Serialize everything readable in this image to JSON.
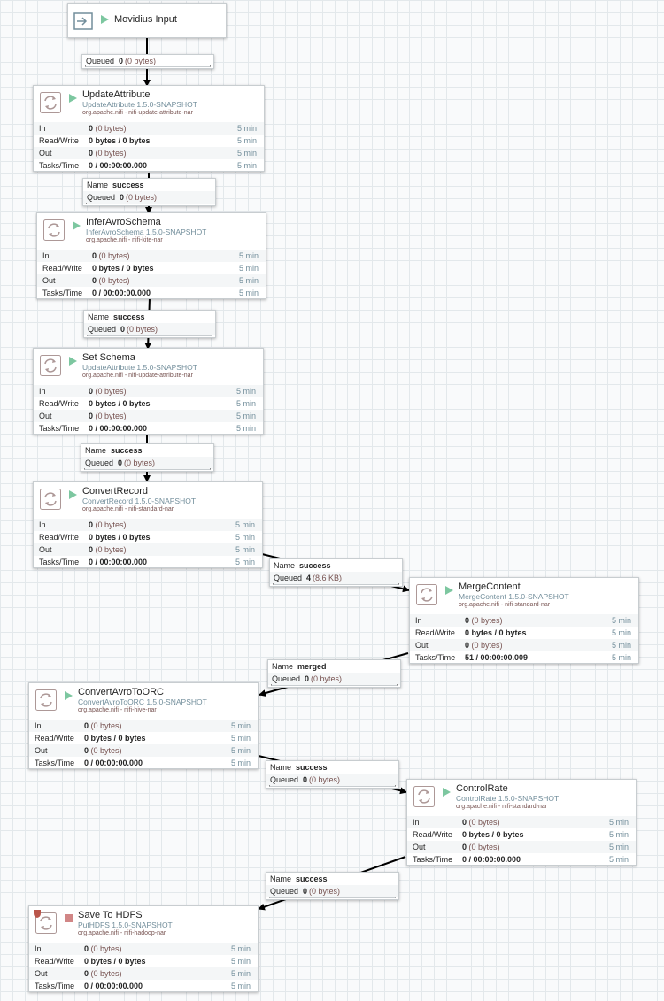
{
  "colors": {
    "running": "#7dc7a0",
    "stopped": "#d18686",
    "accent": "#728e9b",
    "bundle": "#775351"
  },
  "input_port": {
    "name": "Movidius Input",
    "icon": "input-port-icon"
  },
  "stat_labels": {
    "in": "In",
    "rw": "Read/Write",
    "out": "Out",
    "tasks": "Tasks/Time"
  },
  "processors": {
    "update_attribute": {
      "name": "UpdateAttribute",
      "type": "UpdateAttribute 1.5.0-SNAPSHOT",
      "bundle": "org.apache.nifi - nifi-update-attribute-nar",
      "in_count": "0",
      "in_size": "(0 bytes)",
      "rw": "0 bytes / 0 bytes",
      "out_count": "0",
      "out_size": "(0 bytes)",
      "tasks": "0 / 00:00:00.000",
      "t_in": "5 min",
      "t_rw": "5 min",
      "t_out": "5 min",
      "t_tasks": "5 min"
    },
    "infer_avro": {
      "name": "InferAvroSchema",
      "type": "InferAvroSchema 1.5.0-SNAPSHOT",
      "bundle": "org.apache.nifi - nifi-kite-nar",
      "in_count": "0",
      "in_size": "(0 bytes)",
      "rw": "0 bytes / 0 bytes",
      "out_count": "0",
      "out_size": "(0 bytes)",
      "tasks": "0 / 00:00:00.000",
      "t_in": "5 min",
      "t_rw": "5 min",
      "t_out": "5 min",
      "t_tasks": "5 min"
    },
    "set_schema": {
      "name": "Set Schema",
      "type": "UpdateAttribute 1.5.0-SNAPSHOT",
      "bundle": "org.apache.nifi - nifi-update-attribute-nar",
      "in_count": "0",
      "in_size": "(0 bytes)",
      "rw": "0 bytes / 0 bytes",
      "out_count": "0",
      "out_size": "(0 bytes)",
      "tasks": "0 / 00:00:00.000",
      "t_in": "5 min",
      "t_rw": "5 min",
      "t_out": "5 min",
      "t_tasks": "5 min"
    },
    "convert_record": {
      "name": "ConvertRecord",
      "type": "ConvertRecord 1.5.0-SNAPSHOT",
      "bundle": "org.apache.nifi - nifi-standard-nar",
      "in_count": "0",
      "in_size": "(0 bytes)",
      "rw": "0 bytes / 0 bytes",
      "out_count": "0",
      "out_size": "(0 bytes)",
      "tasks": "0 / 00:00:00.000",
      "t_in": "5 min",
      "t_rw": "5 min",
      "t_out": "5 min",
      "t_tasks": "5 min"
    },
    "merge_content": {
      "name": "MergeContent",
      "type": "MergeContent 1.5.0-SNAPSHOT",
      "bundle": "org.apache.nifi - nifi-standard-nar",
      "in_count": "0",
      "in_size": "(0 bytes)",
      "rw": "0 bytes / 0 bytes",
      "out_count": "0",
      "out_size": "(0 bytes)",
      "tasks": "51 / 00:00:00.009",
      "t_in": "5 min",
      "t_rw": "5 min",
      "t_out": "5 min",
      "t_tasks": "5 min"
    },
    "convert_avro_orc": {
      "name": "ConvertAvroToORC",
      "type": "ConvertAvroToORC 1.5.0-SNAPSHOT",
      "bundle": "org.apache.nifi - nifi-hive-nar",
      "in_count": "0",
      "in_size": "(0 bytes)",
      "rw": "0 bytes / 0 bytes",
      "out_count": "0",
      "out_size": "(0 bytes)",
      "tasks": "0 / 00:00:00.000",
      "t_in": "5 min",
      "t_rw": "5 min",
      "t_out": "5 min",
      "t_tasks": "5 min"
    },
    "control_rate": {
      "name": "ControlRate",
      "type": "ControlRate 1.5.0-SNAPSHOT",
      "bundle": "org.apache.nifi - nifi-standard-nar",
      "in_count": "0",
      "in_size": "(0 bytes)",
      "rw": "0 bytes / 0 bytes",
      "out_count": "0",
      "out_size": "(0 bytes)",
      "tasks": "0 / 00:00:00.000",
      "t_in": "5 min",
      "t_rw": "5 min",
      "t_out": "5 min",
      "t_tasks": "5 min"
    },
    "save_hdfs": {
      "name": "Save To HDFS",
      "type": "PutHDFS 1.5.0-SNAPSHOT",
      "bundle": "org.apache.nifi - nifi-hadoop-nar",
      "in_count": "0",
      "in_size": "(0 bytes)",
      "rw": "0 bytes / 0 bytes",
      "out_count": "0",
      "out_size": "(0 bytes)",
      "tasks": "0 / 00:00:00.000",
      "t_in": "5 min",
      "t_rw": "5 min",
      "t_out": "5 min",
      "t_tasks": "5 min"
    }
  },
  "conn_labels": {
    "name": "Name",
    "queued": "Queued"
  },
  "connections": {
    "c1": {
      "queued_count": "0",
      "queued_size": "(0 bytes)"
    },
    "c2": {
      "name": "success",
      "queued_count": "0",
      "queued_size": "(0 bytes)"
    },
    "c3": {
      "name": "success",
      "queued_count": "0",
      "queued_size": "(0 bytes)"
    },
    "c4": {
      "name": "success",
      "queued_count": "0",
      "queued_size": "(0 bytes)"
    },
    "c5": {
      "name": "success",
      "queued_count": "4",
      "queued_size": "(8.6 KB)"
    },
    "c6": {
      "name": "merged",
      "queued_count": "0",
      "queued_size": "(0 bytes)"
    },
    "c7": {
      "name": "success",
      "queued_count": "0",
      "queued_size": "(0 bytes)"
    },
    "c8": {
      "name": "success",
      "queued_count": "0",
      "queued_size": "(0 bytes)"
    }
  }
}
